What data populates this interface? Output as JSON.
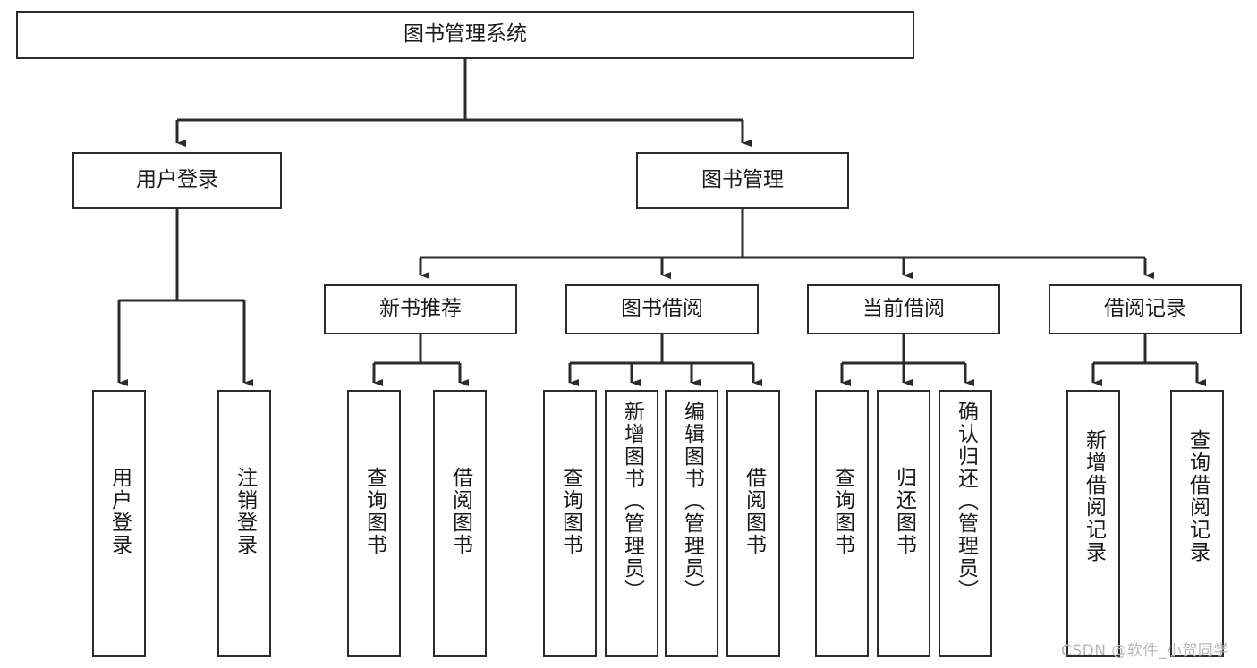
{
  "diagram": {
    "title": "图书管理系统",
    "type": "tree-hierarchy-diagram",
    "watermark": "CSDN @软件_小贺同学",
    "colors": {
      "box_border": "#2b2b2b",
      "box_fill": "#ffffff",
      "connector": "#2b2b2b",
      "text": "#1a1a1a",
      "watermark": "#b8b8b8"
    },
    "nodes": {
      "root": {
        "label": "图书管理系统"
      },
      "level2": [
        {
          "id": "user-login",
          "label": "用户登录"
        },
        {
          "id": "book-management",
          "label": "图书管理"
        }
      ],
      "level3": [
        {
          "id": "new-book-recommend",
          "label": "新书推荐"
        },
        {
          "id": "book-borrow",
          "label": "图书借阅"
        },
        {
          "id": "current-borrow",
          "label": "当前借阅"
        },
        {
          "id": "borrow-record",
          "label": "借阅记录"
        }
      ],
      "leaves": [
        {
          "id": "leaf-user-login",
          "label": "用户登录",
          "parent": "user-login"
        },
        {
          "id": "leaf-logout-login",
          "label": "注销登录",
          "parent": "user-login"
        },
        {
          "id": "leaf-query-book-1",
          "label": "查询图书",
          "parent": "new-book-recommend"
        },
        {
          "id": "leaf-borrow-book-1",
          "label": "借阅图书",
          "parent": "new-book-recommend"
        },
        {
          "id": "leaf-query-book-2",
          "label": "查询图书",
          "parent": "book-borrow"
        },
        {
          "id": "leaf-add-book",
          "label": "新增图书（管理员）",
          "parent": "book-borrow"
        },
        {
          "id": "leaf-edit-book",
          "label": "编辑图书（管理员）",
          "parent": "book-borrow"
        },
        {
          "id": "leaf-borrow-book-2",
          "label": "借阅图书",
          "parent": "book-borrow"
        },
        {
          "id": "leaf-query-book-3",
          "label": "查询图书",
          "parent": "current-borrow"
        },
        {
          "id": "leaf-return-book",
          "label": "归还图书",
          "parent": "current-borrow"
        },
        {
          "id": "leaf-confirm-return",
          "label": "确认归还（管理员）",
          "parent": "current-borrow"
        },
        {
          "id": "leaf-add-record",
          "label": "新增借阅记录",
          "parent": "borrow-record"
        },
        {
          "id": "leaf-query-record",
          "label": "查询借阅记录",
          "parent": "borrow-record"
        }
      ]
    }
  }
}
